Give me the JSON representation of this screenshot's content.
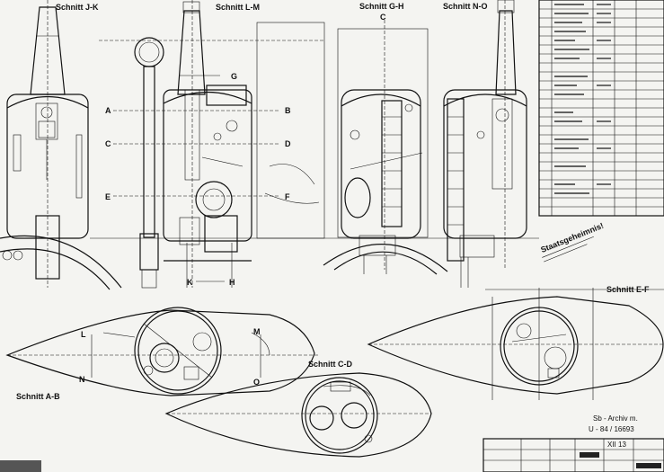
{
  "sections": {
    "jk": "Schnitt J-K",
    "lm": "Schnitt L-M",
    "gh": "Schnitt G-H",
    "no": "Schnitt N-O",
    "ef": "Schnitt E-F",
    "cd": "Schnitt C-D",
    "ab": "Schnitt A-B"
  },
  "centerline_mark": "C",
  "cut_letters": {
    "A": "A",
    "B": "B",
    "C": "C",
    "D": "D",
    "E": "E",
    "F": "F",
    "G": "G",
    "H": "H",
    "K": "K",
    "L": "L",
    "M": "M",
    "N": "N",
    "O": "O"
  },
  "stamp": [
    "Staatsgeheimnis!"
  ],
  "title_block": {
    "handwritten": [
      "Sb - Archiv m.",
      "U - 84 / 16693"
    ],
    "drawing_no": "XII 13"
  }
}
